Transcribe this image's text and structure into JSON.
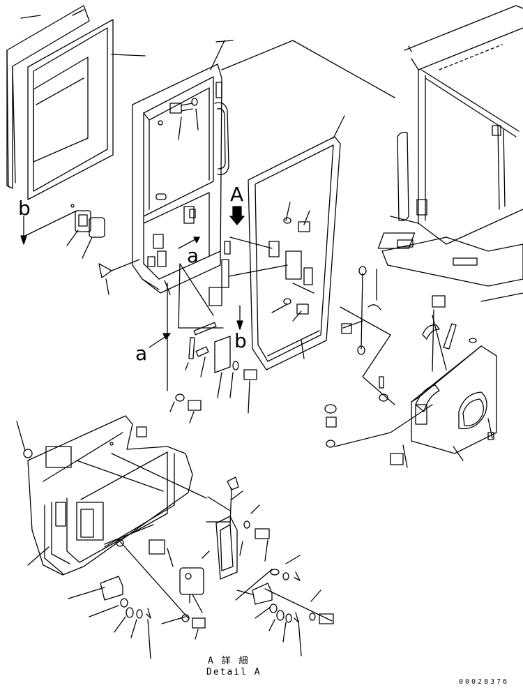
{
  "labels": {
    "marker_a_big": "A",
    "marker_b_left": "b",
    "marker_b_mid": "b",
    "marker_a_lower_left": "a",
    "marker_a_inner": "a"
  },
  "caption": {
    "jp": "A 詳 細",
    "en": "Detail A"
  },
  "figure_number": "00028376",
  "colors": {
    "ink": "#000000",
    "paper": "#ffffff"
  }
}
